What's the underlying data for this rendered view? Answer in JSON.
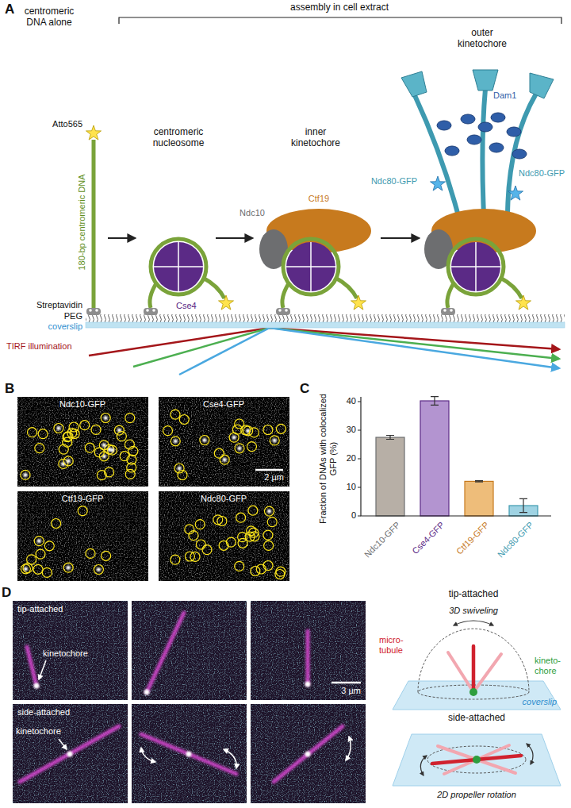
{
  "diagram": {
    "nodes": [
      {
        "text": [
          "Ndc10-GFP"
        ]
      },
      {
        "text": [
          "Cse4-GFP",
          "2 µm"
        ]
      },
      {
        "text": [
          "Ctf19-GFP"
        ]
      },
      {
        "text": [
          "Ndc80-GFP"
        ]
      },
      {
        "text": [
          "tip-attached",
          "kinetochore"
        ]
      },
      {
        "text": [
          "3 µm"
        ]
      },
      {
        "text": [
          "side-attached",
          "kinetochore"
        ]
      }
    ],
    "labels": [
      "A",
      "centromeric DNA alone",
      "assembly in cell extract",
      "Atto565",
      "180-bp centromeric DNA",
      "centromeric nucleosome",
      "inner kinetochore",
      "outer kinetochore",
      "Cse4",
      "Ctf19",
      "Ndc10",
      "Ndc80-GFP",
      "Dam1",
      "Ndc80-GFP",
      "Streptavidin",
      "PEG",
      "coverslip",
      "TIRF illumination",
      "B",
      "C",
      "Fraction of DNAs with colocalized GFP (%)",
      "0",
      "10",
      "20",
      "30",
      "40",
      "Ndc10-GFP",
      "Cse4-GFP",
      "Ctf19-GFP",
      "Ndc80-GFP",
      "D",
      "tip-attached",
      "3D swiveling",
      "micro-tubule",
      "kineto-chore",
      "coverslip",
      "side-attached",
      "2D propeller rotation"
    ]
  }
}
